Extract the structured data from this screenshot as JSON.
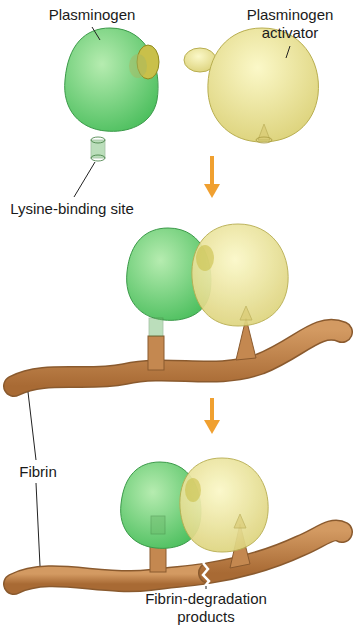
{
  "diagram": {
    "labels": [
      "Plasminogen",
      "Plasminogen activator",
      "Lysine-binding site",
      "Fibrin",
      "Fibrin-degradation products"
    ]
  }
}
